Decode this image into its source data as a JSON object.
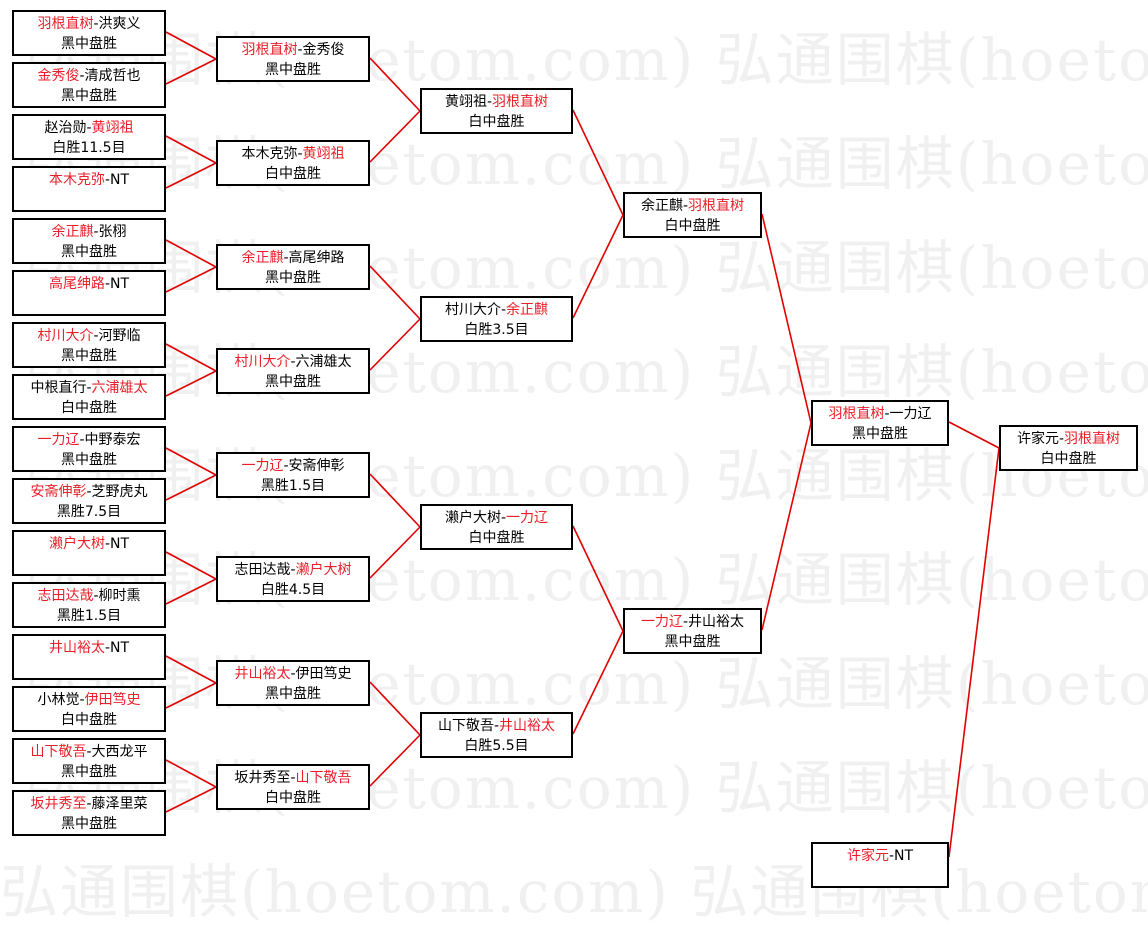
{
  "watermark": "弘通围棋(hoetom.com) 弘通围棋(hoetom.com) 弘通围棋(hoetom.com)",
  "colors": {
    "winner": "#e8202a",
    "line": "#e00000",
    "border": "#000000"
  },
  "separator": "-",
  "rounds": [
    [
      {
        "players": [
          "羽根直树",
          "洪爽义"
        ],
        "winner": 0,
        "result": "黑中盘胜"
      },
      {
        "players": [
          "金秀俊",
          "清成哲也"
        ],
        "winner": 0,
        "result": "黑中盘胜"
      },
      {
        "players": [
          "赵治勋",
          "黄翊祖"
        ],
        "winner": 1,
        "result": "白胜11.5目"
      },
      {
        "players": [
          "本木克弥",
          "NT"
        ],
        "winner": 0,
        "result": ""
      },
      {
        "players": [
          "余正麒",
          "张栩"
        ],
        "winner": 0,
        "result": "黑中盘胜"
      },
      {
        "players": [
          "高尾绅路",
          "NT"
        ],
        "winner": 0,
        "result": ""
      },
      {
        "players": [
          "村川大介",
          "河野临"
        ],
        "winner": 0,
        "result": "黑中盘胜"
      },
      {
        "players": [
          "中根直行",
          "六浦雄太"
        ],
        "winner": 1,
        "result": "白中盘胜"
      },
      {
        "players": [
          "一力辽",
          "中野泰宏"
        ],
        "winner": 0,
        "result": "黑中盘胜"
      },
      {
        "players": [
          "安斋伸彰",
          "芝野虎丸"
        ],
        "winner": 0,
        "result": "黑胜7.5目"
      },
      {
        "players": [
          "濑户大树",
          "NT"
        ],
        "winner": 0,
        "result": ""
      },
      {
        "players": [
          "志田达哉",
          "柳时熏"
        ],
        "winner": 0,
        "result": "黑胜1.5目"
      },
      {
        "players": [
          "井山裕太",
          "NT"
        ],
        "winner": 0,
        "result": ""
      },
      {
        "players": [
          "小林觉",
          "伊田笃史"
        ],
        "winner": 1,
        "result": "白中盘胜"
      },
      {
        "players": [
          "山下敬吾",
          "大西龙平"
        ],
        "winner": 0,
        "result": "黑中盘胜"
      },
      {
        "players": [
          "坂井秀至",
          "藤泽里菜"
        ],
        "winner": 0,
        "result": "黑中盘胜"
      }
    ],
    [
      {
        "players": [
          "羽根直树",
          "金秀俊"
        ],
        "winner": 0,
        "result": "黑中盘胜"
      },
      {
        "players": [
          "本木克弥",
          "黄翊祖"
        ],
        "winner": 1,
        "result": "白中盘胜"
      },
      {
        "players": [
          "余正麒",
          "高尾绅路"
        ],
        "winner": 0,
        "result": "黑中盘胜"
      },
      {
        "players": [
          "村川大介",
          "六浦雄太"
        ],
        "winner": 0,
        "result": "黑中盘胜"
      },
      {
        "players": [
          "一力辽",
          "安斋伸彰"
        ],
        "winner": 0,
        "result": "黑胜1.5目"
      },
      {
        "players": [
          "志田达哉",
          "濑户大树"
        ],
        "winner": 1,
        "result": "白胜4.5目"
      },
      {
        "players": [
          "井山裕太",
          "伊田笃史"
        ],
        "winner": 0,
        "result": "黑中盘胜"
      },
      {
        "players": [
          "坂井秀至",
          "山下敬吾"
        ],
        "winner": 1,
        "result": "白中盘胜"
      }
    ],
    [
      {
        "players": [
          "黄翊祖",
          "羽根直树"
        ],
        "winner": 1,
        "result": "白中盘胜"
      },
      {
        "players": [
          "村川大介",
          "余正麒"
        ],
        "winner": 1,
        "result": "白胜3.5目"
      },
      {
        "players": [
          "濑户大树",
          "一力辽"
        ],
        "winner": 1,
        "result": "白中盘胜"
      },
      {
        "players": [
          "山下敬吾",
          "井山裕太"
        ],
        "winner": 1,
        "result": "白胜5.5目"
      }
    ],
    [
      {
        "players": [
          "余正麒",
          "羽根直树"
        ],
        "winner": 1,
        "result": "白中盘胜"
      },
      {
        "players": [
          "一力辽",
          "井山裕太"
        ],
        "winner": 0,
        "result": "黑中盘胜"
      }
    ],
    [
      {
        "players": [
          "羽根直树",
          "一力辽"
        ],
        "winner": 0,
        "result": "黑中盘胜"
      },
      {
        "players": [
          "许家元",
          "NT"
        ],
        "winner": 0,
        "result": ""
      }
    ],
    [
      {
        "players": [
          "许家元",
          "羽根直树"
        ],
        "winner": 1,
        "result": "白中盘胜"
      }
    ]
  ]
}
